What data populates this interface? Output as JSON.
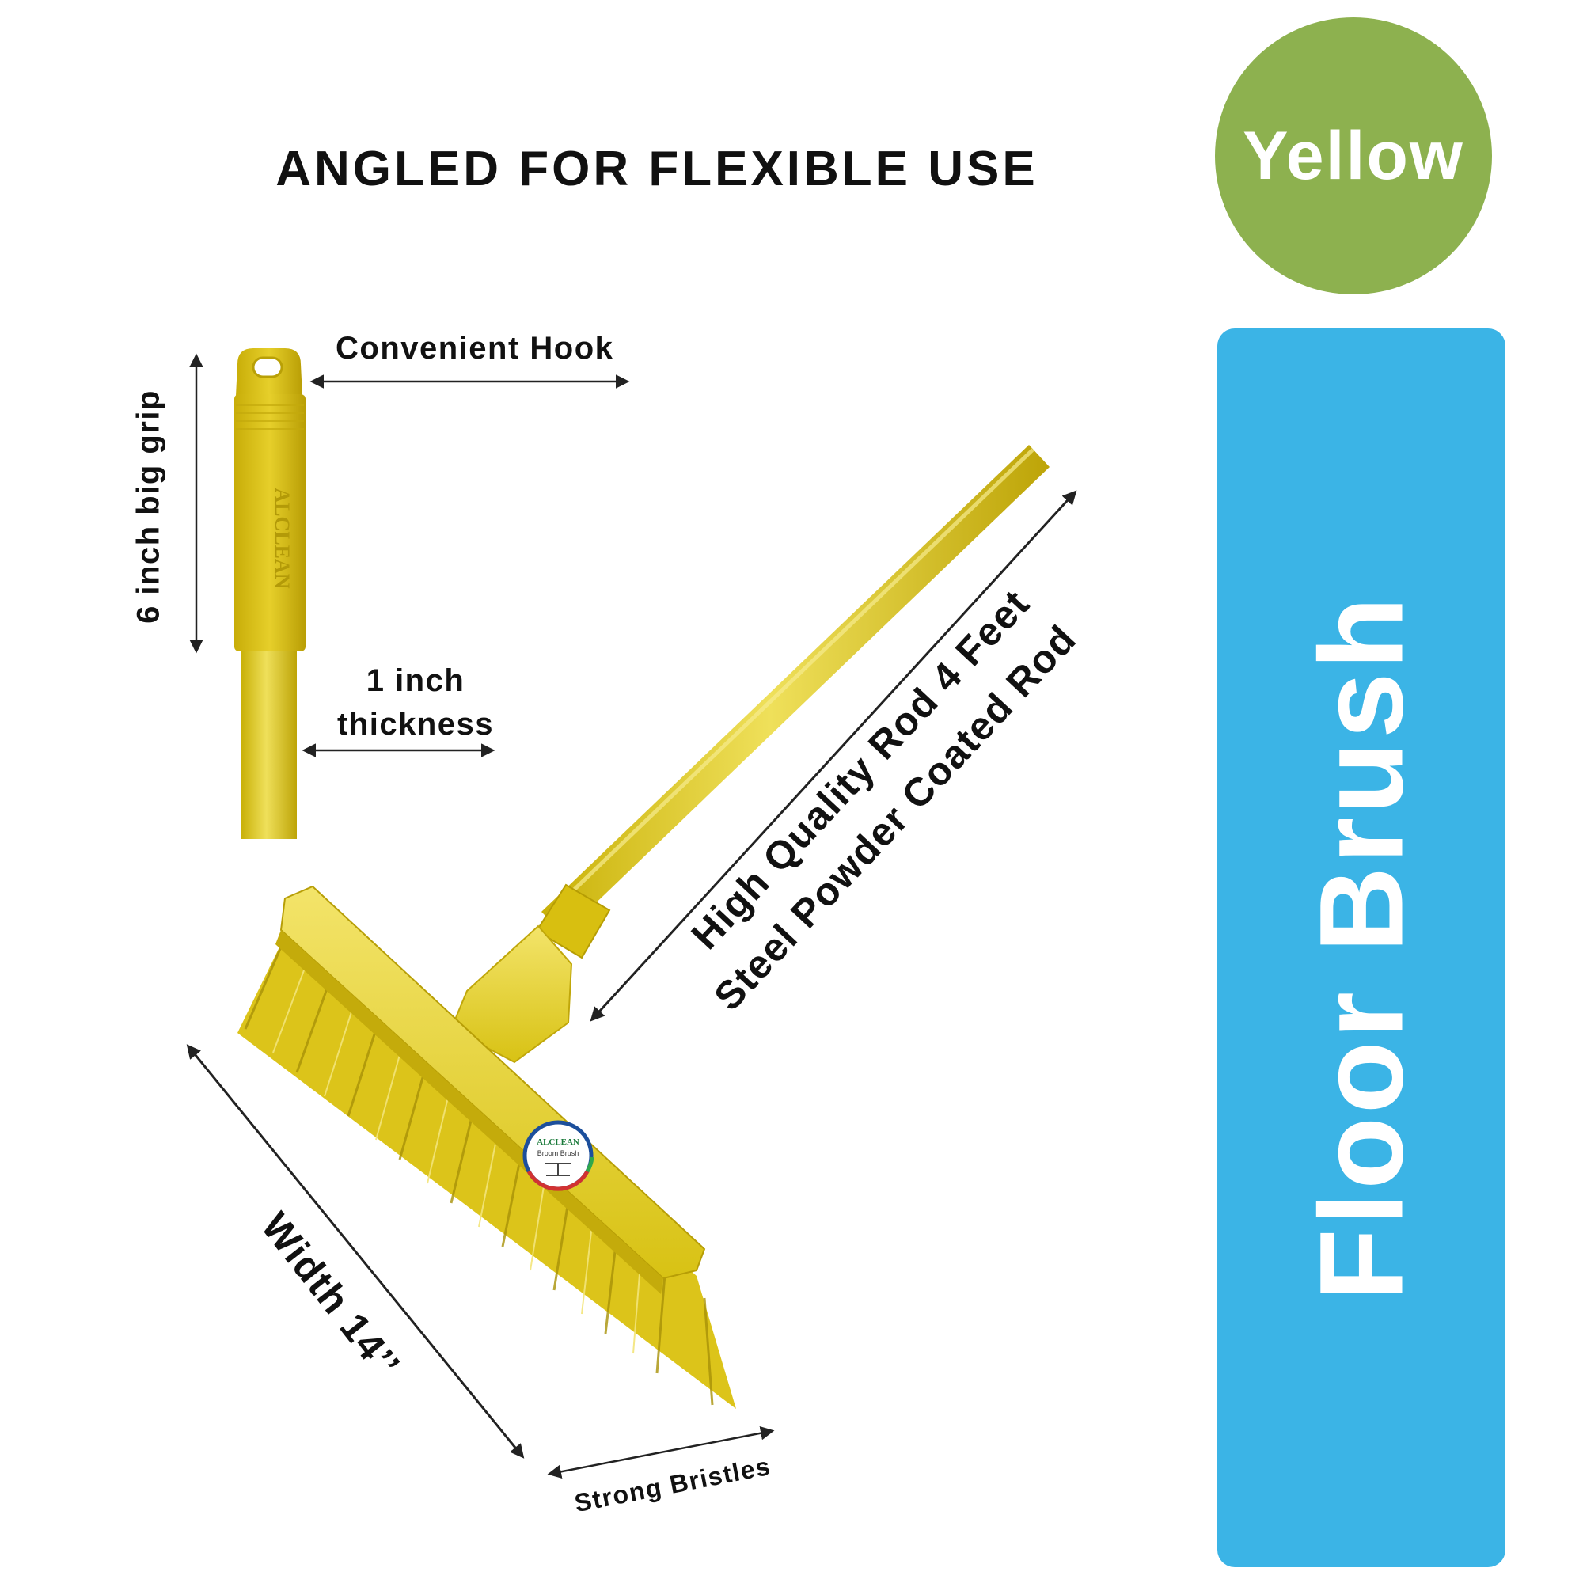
{
  "headline": "ANGLED FOR FLEXIBLE USE",
  "color_badge": {
    "label": "Yellow",
    "color": "#8db14f"
  },
  "product_panel": {
    "title": "Floor Brush",
    "color": "#3bb4e6"
  },
  "callouts": {
    "hook": "Convenient Hook",
    "grip": "6 inch big grip",
    "thickness_line1": "1 inch",
    "thickness_line2": "thickness",
    "rod_line1": "High Quality Rod 4 Feet",
    "rod_line2": "Steel Powder Coated Rod",
    "width": "Width 14’’",
    "bristles": "Strong Bristles"
  },
  "brand": {
    "name": "ALCLEAN",
    "sticker_line": "Broom Brush"
  },
  "product_color": "#e8d21a"
}
